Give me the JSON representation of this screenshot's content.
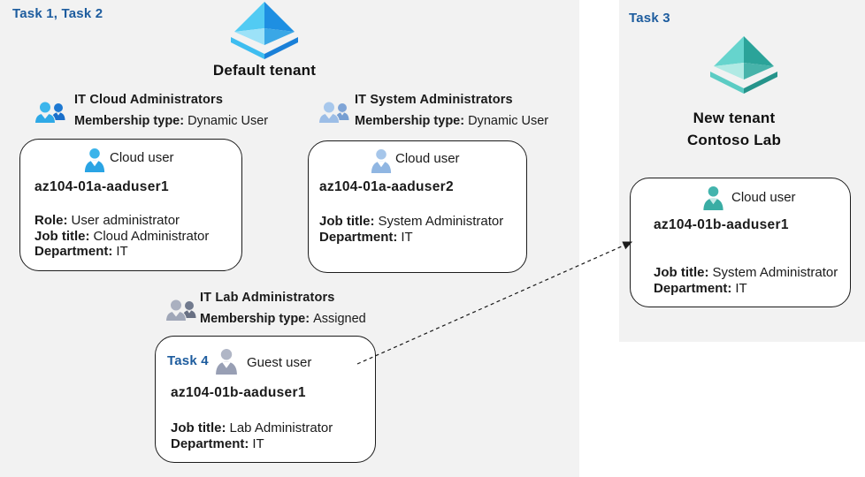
{
  "diagram_title_implicit": "Azure AD tenants, groups and users lab diagram",
  "colors": {
    "page_background": "#ffffff",
    "panel_background": "#f2f2f2",
    "task_label_blue": "#1d5c9e",
    "box_border": "#1c1c1c",
    "tenant_icon_blue_light": "#52cbf3",
    "tenant_icon_blue_dark": "#1e8fe2",
    "tenant_icon_teal_light": "#66d4cd",
    "tenant_icon_teal_dark": "#2ba399",
    "user_icon_blue": "#2aa4e4",
    "user_icon_steel": "#90b6e2",
    "user_icon_gray": "#989fb4",
    "user_icon_teal": "#3aada4"
  },
  "icons": {
    "default_tenant": "azure-ad-tenant-icon (blue pyramid)",
    "new_tenant": "azure-ad-tenant-icon (teal pyramid)",
    "group": "two-users-group-icon",
    "user": "single-user-icon"
  },
  "left": {
    "task_label": "Task 1, Task 2",
    "tenant_title": "Default tenant",
    "groups": [
      {
        "name": "IT Cloud Administrators",
        "membership_label": "Membership type:",
        "membership_value": "Dynamic User",
        "user": {
          "kind": "Cloud user",
          "name": "az104-01a-aaduser1",
          "fields": [
            {
              "label": "Role:",
              "value": "User administrator"
            },
            {
              "label": "Job title:",
              "value": "Cloud Administrator"
            },
            {
              "label": "Department:",
              "value": "IT"
            }
          ]
        }
      },
      {
        "name": "IT System Administrators",
        "membership_label": "Membership type:",
        "membership_value": "Dynamic User",
        "user": {
          "kind": "Cloud user",
          "name": "az104-01a-aaduser2",
          "fields": [
            {
              "label": "Job title:",
              "value": "System Administrator"
            },
            {
              "label": "Department:",
              "value": "IT"
            }
          ]
        }
      },
      {
        "name": "IT Lab Administrators",
        "membership_label": "Membership type:",
        "membership_value": "Assigned",
        "user": {
          "task_label": "Task 4",
          "kind": "Guest user",
          "name": "az104-01b-aaduser1",
          "fields": [
            {
              "label": "Job title:",
              "value": "Lab Administrator"
            },
            {
              "label": "Department:",
              "value": "IT"
            }
          ]
        }
      }
    ]
  },
  "right": {
    "task_label": "Task 3",
    "tenant_title_line1": "New tenant",
    "tenant_title_line2": "Contoso Lab",
    "user": {
      "kind": "Cloud user",
      "name": "az104-01b-aaduser1",
      "fields": [
        {
          "label": "Job title:",
          "value": "System Administrator"
        },
        {
          "label": "Department:",
          "value": "IT"
        }
      ]
    }
  },
  "connector": {
    "style": "dashed arrow",
    "from": "Guest user az104-01b-aaduser1 (IT Lab Administrators)",
    "to": "New tenant Contoso Lab cloud user az104-01b-aaduser1"
  }
}
